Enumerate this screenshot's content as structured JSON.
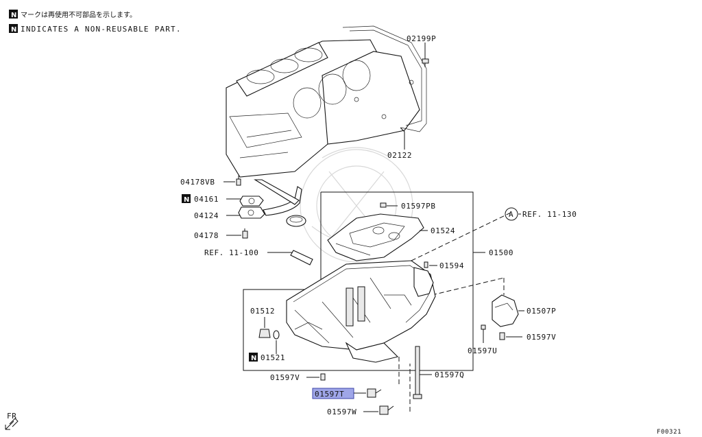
{
  "legend": {
    "badge": "N",
    "japanese": "マークは再使用不可部品を示します。",
    "english": "INDICATES A NON-REUSABLE PART."
  },
  "parts": {
    "p02199P": "02199P",
    "p02122": "02122",
    "p04178VB": "04178VB",
    "p04161": "04161",
    "p04124": "04124",
    "p04178": "04178",
    "ref11_100": "REF. 11-100",
    "p01597PB": "01597PB",
    "p01524": "01524",
    "p01500": "01500",
    "p01594": "01594",
    "p01512": "01512",
    "p01521": "01521",
    "p01507P": "01507P",
    "p01597V_right": "01597V",
    "p01597U": "01597U",
    "p01597V_bottom": "01597V",
    "p01597Q": "01597Q",
    "p01597T": "01597T",
    "p01597W": "01597W",
    "ref11_130": "REF. 11-130",
    "callout_A": "A"
  },
  "highlight_color": "#9fa6e8",
  "front_indicator": "FR",
  "figure_code": "F00321"
}
